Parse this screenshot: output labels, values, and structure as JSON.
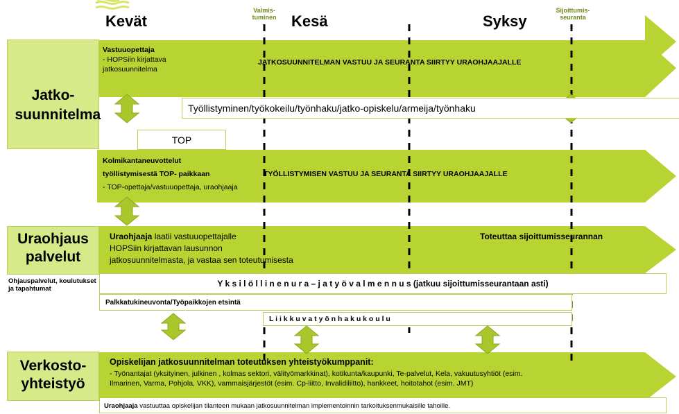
{
  "seasons": {
    "spring": "Kevät",
    "summer": "Kesä",
    "autumn": "Syksy"
  },
  "markers": {
    "graduation": "Valmis-tuminen",
    "placement": "Sijoittumis-seuranta"
  },
  "colors": {
    "band": "#b8d432",
    "panel": "#d7ea8a",
    "arrow": "#a9c72a",
    "accent_text": "#6f8a1a"
  },
  "sections": {
    "plan": "Jatko-suunnitelma",
    "guidance": "Uraohjaus palvelut",
    "services": "Ohjauspalvelut, koulutukset ja tapahtumat",
    "network": "Verkosto-yhteistyö"
  },
  "band1": {
    "title": "Vastuuopettaja",
    "l1": "- HOPSiin kirjattava",
    "l2": "jatkosuunnitelma",
    "right": "JATKOSUUNNITELMAN VASTUU JA SEURANTA SIIRTYY URAOHJAAJALLE"
  },
  "options_box": "Työllistyminen/työkokeilu/työnhaku/jatko-opiskelu/armeija/työnhaku",
  "top_box": "TOP",
  "band2": {
    "t1": "Kolmikantaneuvottelut",
    "t2": "työllistymisestä TOP- paikkaan",
    "right": "TYÖLLISTYMISEN VASTUU JA SEURANTA SIIRTYY URAOHJAAJALLE",
    "sub": "- TOP-opettaja/vastuuopettaja, uraohjaaja"
  },
  "band3": {
    "bold": "Uraohjaaja",
    "l1": " laatii vastuuopettajalle",
    "l2": "HOPSiin kirjattavan lausunnon",
    "l3": "jatkosuunnitelmasta,  ja vastaa sen toteutumisesta",
    "right": "Toteuttaa sijoittumisseurannan"
  },
  "coaching": "Y k s i l ö l l i n e n  u r a – j a t y ö v a l m e n n u s  (jatkuu  sijoittumisseurantaan asti)",
  "wage_support": "Palkkatukineuvonta/Työpaikkojen etsintä",
  "job_school": "L i i k k u v a        t y ö n h a k u k o u l u",
  "band4": {
    "title": "Opiskelijan jatkosuunnitelman toteutuksen yhteistyökumppanit:",
    "l1": "- Työnantajat (yksityinen, julkinen , kolmas sektori, välityömarkkinat), kotikunta/kaupunki, Te-palvelut, Kela, vakuutusyhtiöt (esim.",
    "l2": "Ilmarinen, Varma, Pohjola, VKK), vammaisjärjestöt (esim. Cp-liitto, Invalidiliitto), hankkeet, hoitotahot (esim. JMT)"
  },
  "footer": {
    "bold": "Uraohjaaja",
    "rest": " vastuuttaa opiskelijan tilanteen mukaan jatkosuunnitelman implementoinnin tarkoituksenmukaisille tahoille."
  }
}
